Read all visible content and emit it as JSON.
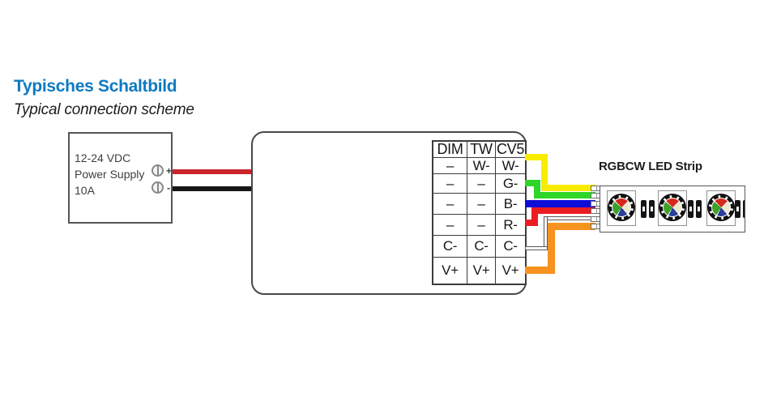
{
  "header": {
    "title_de": "Typisches Schaltbild",
    "title_en": "Typical connection scheme"
  },
  "power_supply": {
    "label": "12-24 VDC\nPower Supply\n10A",
    "terminal_plus": "+",
    "terminal_minus": "-"
  },
  "controller": {
    "table": {
      "headers": [
        "DIM",
        "TW",
        "CV5"
      ],
      "rows": [
        [
          "–",
          "W-",
          "W-"
        ],
        [
          "–",
          "–",
          "G-"
        ],
        [
          "–",
          "–",
          "B-"
        ],
        [
          "–",
          "–",
          "R-"
        ],
        [
          "C-",
          "C-",
          "C-"
        ],
        [
          "V+",
          "V+",
          "V+"
        ]
      ]
    }
  },
  "led_strip": {
    "label": "RGBCW LED Strip",
    "led_count": 3
  },
  "colors": {
    "title_blue": "#0e7ac0",
    "wire_positive_red": "#c9252b",
    "wire_negative_black": "#161616",
    "wire_w_minus_yellow": "#f8ec00",
    "wire_g_minus_green": "#2fd527",
    "wire_b_minus_blue": "#0d0dd8",
    "wire_r_minus_red": "#ec1c23",
    "wire_c_minus_white": "#ffffff",
    "wire_v_plus_orange": "#f6921e",
    "led_slice_red": "#d7281c",
    "led_slice_white": "#efe9cf",
    "led_slice_green": "#3ea12b",
    "led_slice_blue": "#2b3f9d"
  }
}
